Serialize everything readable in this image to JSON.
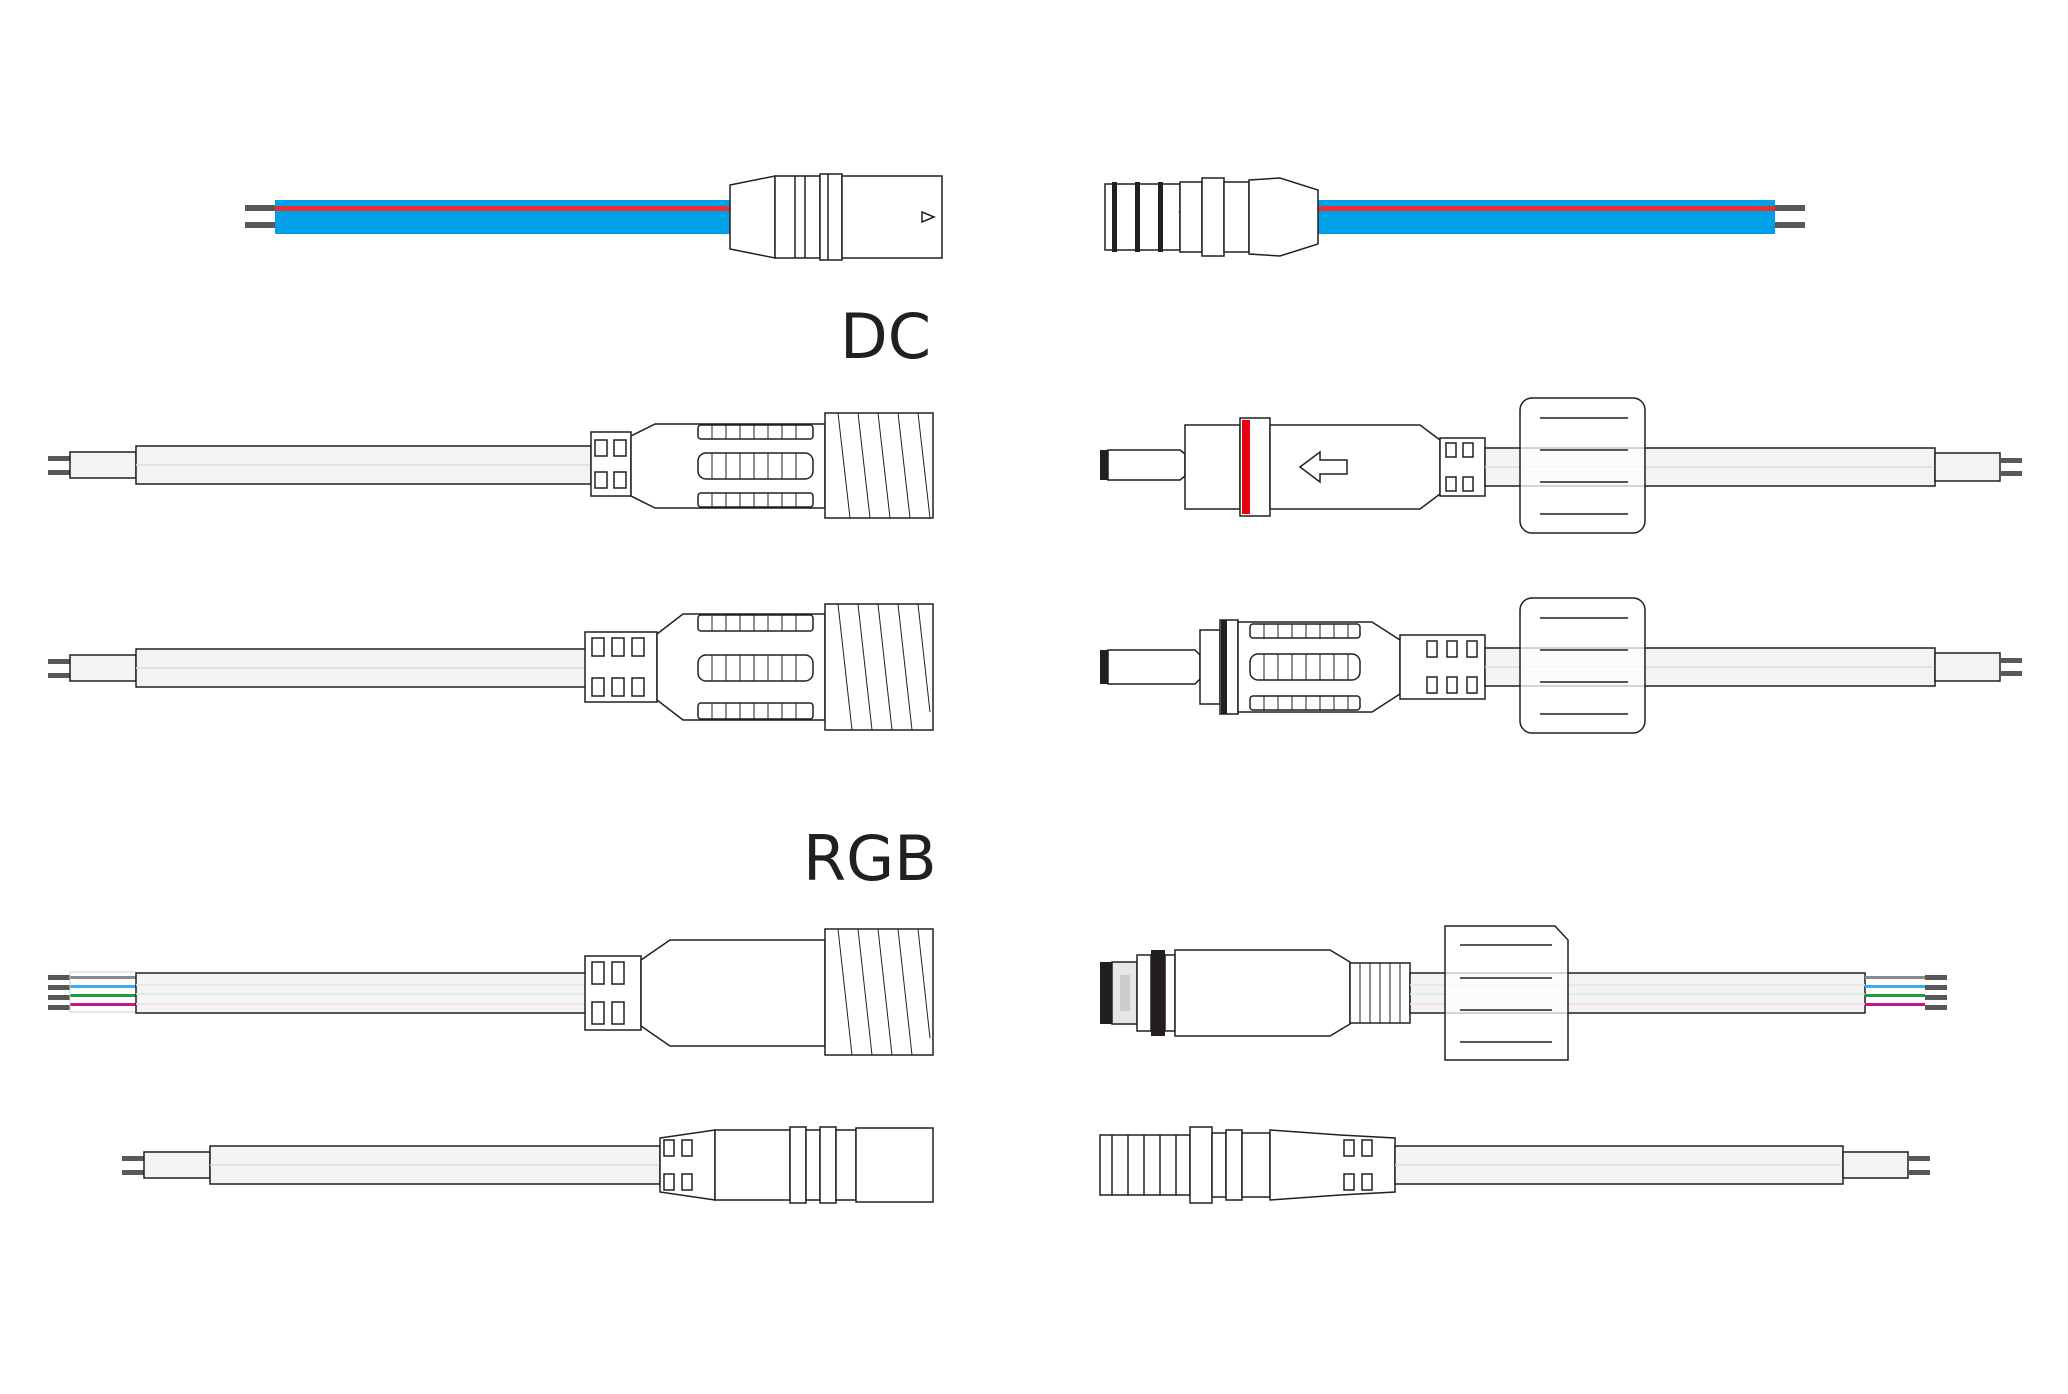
{
  "labels": {
    "dc": "DC",
    "rgb": "RGB"
  },
  "colors": {
    "background": "#ffffff",
    "outline": "#231f20",
    "blue_wire": "#00a0e9",
    "red_stripe": "#e5322d",
    "red_ring": "#e60012",
    "cable_white": "#f3f3f3",
    "wire_gray": "#595757",
    "rgb_blue": "#3fa9f5",
    "rgb_green": "#1e9e3a",
    "rgb_magenta": "#c71585"
  },
  "connectors": [
    {
      "name": "dc-female-blue-cable",
      "side": "left",
      "style": "bullet-female"
    },
    {
      "name": "dc-male-blue-cable",
      "side": "right",
      "style": "bullet-male"
    },
    {
      "name": "dc-female-waterproof-a",
      "side": "left",
      "style": "threaded-female"
    },
    {
      "name": "dc-male-waterproof-a",
      "side": "right",
      "style": "nut-male-arrow"
    },
    {
      "name": "dc-female-waterproof-b",
      "side": "left",
      "style": "threaded-female-ribbed"
    },
    {
      "name": "dc-male-waterproof-b",
      "side": "right",
      "style": "nut-male-ribbed"
    },
    {
      "name": "rgb-female-waterproof",
      "side": "left",
      "style": "threaded-female-4pin"
    },
    {
      "name": "rgb-male-waterproof",
      "side": "right",
      "style": "nut-male-4pin"
    },
    {
      "name": "bullet-female-white-cable",
      "side": "left",
      "style": "bullet-female"
    },
    {
      "name": "bullet-male-white-cable",
      "side": "right",
      "style": "bullet-male"
    }
  ]
}
